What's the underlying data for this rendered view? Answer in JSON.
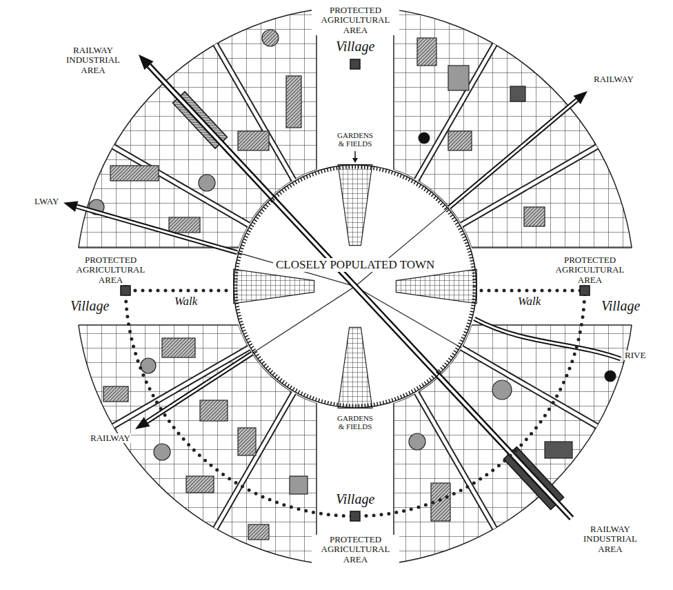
{
  "diagram": {
    "nodes": [
      {
        "text": [
          "CLOSELY POPULATED TOWN"
        ]
      }
    ],
    "labels": [
      "PROTECTED AGRICULTURAL AREA",
      "Village",
      "GARDENS & FIELDS",
      "RAILWAY INDUSTRIAL AREA",
      "RAILWAY",
      "LWAY",
      "PROTECTED AGRICULTURAL AREA",
      "Village",
      "Walk",
      "PROTECTED AGRICULTURAL AREA",
      "Walk",
      "Village",
      "GARDENS & FIELDS",
      "RIVE",
      "RAILWAY",
      "Village",
      "RAILWAY INDUSTRIAL AREA",
      "PROTECTED AGRICULTURAL AREA"
    ]
  }
}
